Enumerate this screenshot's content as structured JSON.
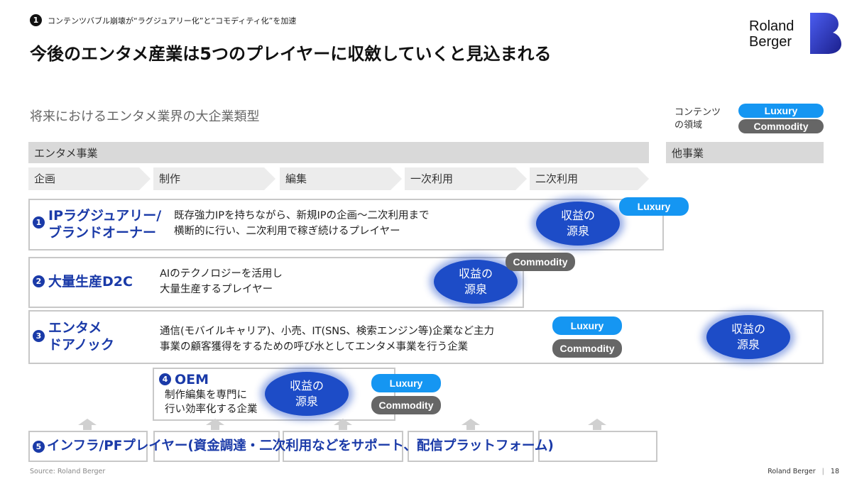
{
  "header": {
    "section_number": "1",
    "breadcrumb": "コンテンツバブル崩壊が“ラグジュアリー化”と“コモディティ化”を加速",
    "title": "今後のエンタメ産業は5つのプレイヤーに収斂していくと見込まれる",
    "logo_text": [
      "Roland",
      "Berger"
    ]
  },
  "subtitle": "将来におけるエンタメ業界の大企業類型",
  "legend": {
    "label_lines": [
      "コンテンツ",
      "の領域"
    ],
    "luxury": "Luxury",
    "commodity": "Commodity",
    "luxury_color": "#1596f2",
    "commodity_color": "#666666"
  },
  "category_bars": {
    "entertainment": "エンタメ事業",
    "other": "他事業"
  },
  "stages": [
    "企画",
    "制作",
    "編集",
    "一次利用",
    "二次利用"
  ],
  "players": [
    {
      "number": "1",
      "name_lines": [
        "IPラグジュアリー/",
        "ブランドオーナー"
      ],
      "desc_lines": [
        "既存強力IPを持ちながら、新規IPの企画～二次利用まで",
        "横断的に行い、二次利用で稼ぎ続けるプレイヤー"
      ],
      "source_lines": [
        "収益の",
        "源泉"
      ],
      "tags": [
        "Luxury"
      ]
    },
    {
      "number": "2",
      "name_lines": [
        "大量生産D2C"
      ],
      "desc_lines": [
        "AIのテクノロジーを活用し",
        "大量生産するプレイヤー"
      ],
      "source_lines": [
        "収益の",
        "源泉"
      ],
      "tags": [
        "Commodity"
      ]
    },
    {
      "number": "3",
      "name_lines": [
        "エンタメ",
        "ドアノック"
      ],
      "desc_lines": [
        "通信(モバイルキャリア)、小売、IT(SNS、検索エンジン等)企業など主力",
        "事業の顧客獲得をするための呼び水としてエンタメ事業を行う企業"
      ],
      "source_lines": [
        "収益の",
        "源泉"
      ],
      "tags": [
        "Luxury",
        "Commodity"
      ]
    },
    {
      "number": "4",
      "name_lines": [
        "OEM"
      ],
      "desc_lines": [
        "制作編集を専門に",
        "行い効率化する企業"
      ],
      "source_lines": [
        "収益の",
        "源泉"
      ],
      "tags": [
        "Luxury",
        "Commodity"
      ]
    },
    {
      "number": "5",
      "name_lines": [
        "インフラ/PFプレイヤー(資金調達・二次利用などをサポート、配信プラットフォーム)"
      ]
    }
  ],
  "footer": {
    "source": "Source: Roland Berger",
    "brand": "Roland Berger",
    "page": "18"
  },
  "colors": {
    "accent_blue": "#1a3aa8",
    "source_blob": "#1d4cc7",
    "box_border": "#c8c8c8"
  }
}
